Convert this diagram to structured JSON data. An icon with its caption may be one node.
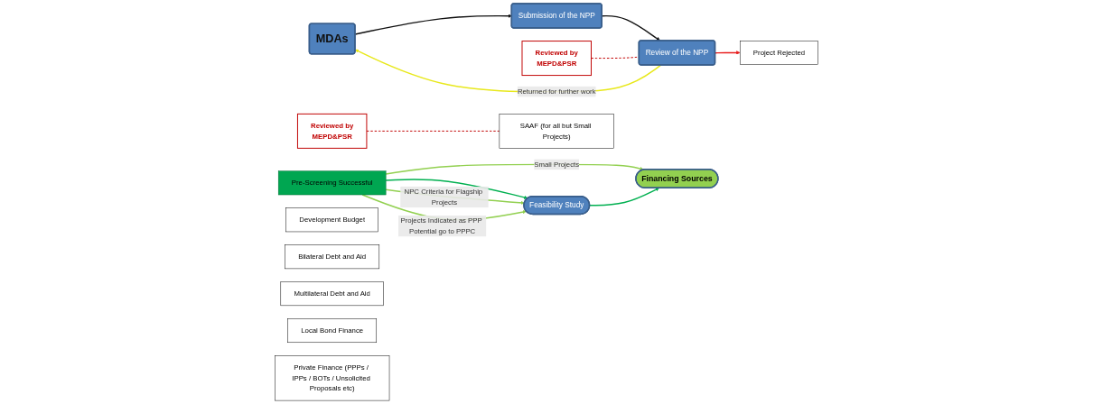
{
  "diagram": {
    "nodes": [
      {
        "text": [
          "MDAs"
        ]
      },
      {
        "text": [
          "Submission of the NPP"
        ]
      },
      {
        "text": [
          "Review of the NPP"
        ]
      },
      {
        "text": [
          "Reviewed by",
          "MEPD&PSR"
        ]
      },
      {
        "text": [
          "Project Rejected"
        ]
      },
      {
        "text": [
          "Pre-Screening Successful"
        ]
      },
      {
        "text": [
          "Feasibility Study"
        ]
      },
      {
        "text": [
          "Reviewed by",
          "MEPD&PSR"
        ]
      },
      {
        "text": [
          "SAAF (for all but Small Projects)"
        ]
      },
      {
        "text": [
          "Financing Sources"
        ]
      },
      {
        "text": [
          "Development Budget"
        ]
      },
      {
        "text": [
          "Bilateral Debt and Aid"
        ]
      },
      {
        "text": [
          "Multilateral Debt and Aid"
        ]
      },
      {
        "text": [
          "Local Bond Finance"
        ]
      },
      {
        "text": [
          "Private Finance (PPPs / IPPs / BOTs / Unsolicited Proposals etc)"
        ]
      }
    ],
    "edges": [
      {
        "from": 0,
        "to": 1,
        "arrow": "to",
        "color": "#111111"
      },
      {
        "from": 1,
        "to": 2,
        "arrow": "to",
        "color": "#111111"
      },
      {
        "from": 2,
        "to": 0,
        "arrow": "to",
        "label": "Returned for further work",
        "color": "#e8e81a"
      },
      {
        "from": 3,
        "to": 2,
        "arrow": "none",
        "style": "dashed",
        "color": "#c00000"
      },
      {
        "from": 2,
        "to": 4,
        "arrow": "to",
        "color": "#e81c1c"
      },
      {
        "from": 5,
        "to": 6,
        "arrow": "to",
        "color": "#00b050"
      },
      {
        "from": 5,
        "to": 9,
        "arrow": "to",
        "label": "Small Projects",
        "color": "#92d050"
      },
      {
        "from": 5,
        "to": 6,
        "arrow": "to",
        "label": "NPC Criteria for Flagship Projects",
        "color": "#92d050"
      },
      {
        "from": 5,
        "to": 6,
        "arrow": "to",
        "label": "Projects Indicated as PPP Potential go to PPPC",
        "color": "#92d050"
      },
      {
        "from": 6,
        "to": 9,
        "arrow": "to",
        "color": "#00b050"
      },
      {
        "from": 7,
        "to": 8,
        "arrow": "none",
        "style": "dashed",
        "color": "#c00000"
      }
    ]
  }
}
